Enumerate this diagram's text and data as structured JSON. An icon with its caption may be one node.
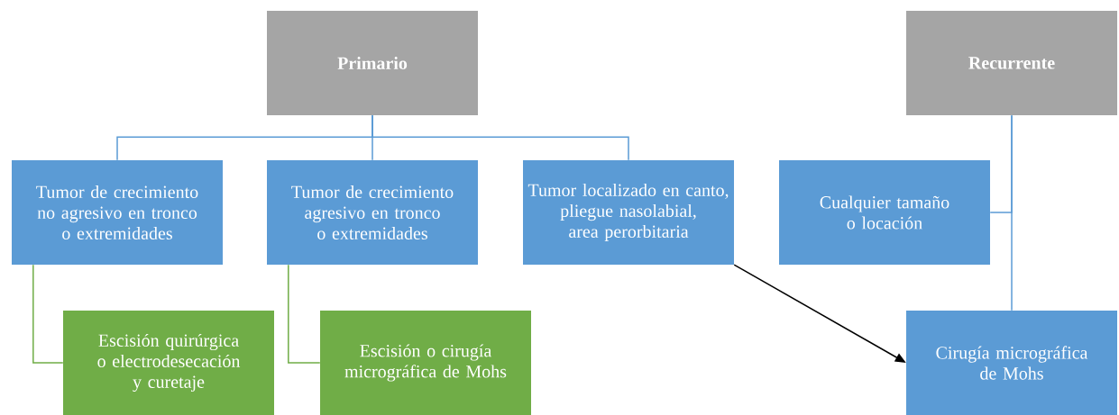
{
  "diagram": {
    "nodes": [
      {
        "text": [
          "Primario"
        ]
      },
      {
        "text": [
          "Recurrente"
        ]
      },
      {
        "text": [
          "Tumor de crecimiento no agresivo en tronco o extremidades"
        ]
      },
      {
        "text": [
          "Tumor de crecimiento agresivo en tronco o extremidades"
        ]
      },
      {
        "text": [
          "Tumor localizado en canto, pliegue nasolabial, area perorbitaria"
        ]
      },
      {
        "text": [
          "Cualquier tamaño o locación"
        ]
      },
      {
        "text": [
          "Escisión quirúrgica o electrodesecación y curetaje"
        ]
      },
      {
        "text": [
          "Escisión o cirugía micrográfica de Mohs"
        ]
      },
      {
        "text": [
          "Cirugía micrográfica de Mohs"
        ]
      }
    ],
    "edges": [
      {
        "from": 0,
        "to": 2,
        "arrow": "none"
      },
      {
        "from": 0,
        "to": 3,
        "arrow": "none"
      },
      {
        "from": 0,
        "to": 4,
        "arrow": "none"
      },
      {
        "from": 1,
        "to": 5,
        "arrow": "none"
      },
      {
        "from": 1,
        "to": 8,
        "arrow": "none"
      },
      {
        "from": 2,
        "to": 6,
        "arrow": "none",
        "color": "#70ad47"
      },
      {
        "from": 3,
        "to": 7,
        "arrow": "none",
        "color": "#70ad47"
      },
      {
        "from": 4,
        "to": 8,
        "arrow": "to",
        "color": "#000000"
      }
    ]
  }
}
